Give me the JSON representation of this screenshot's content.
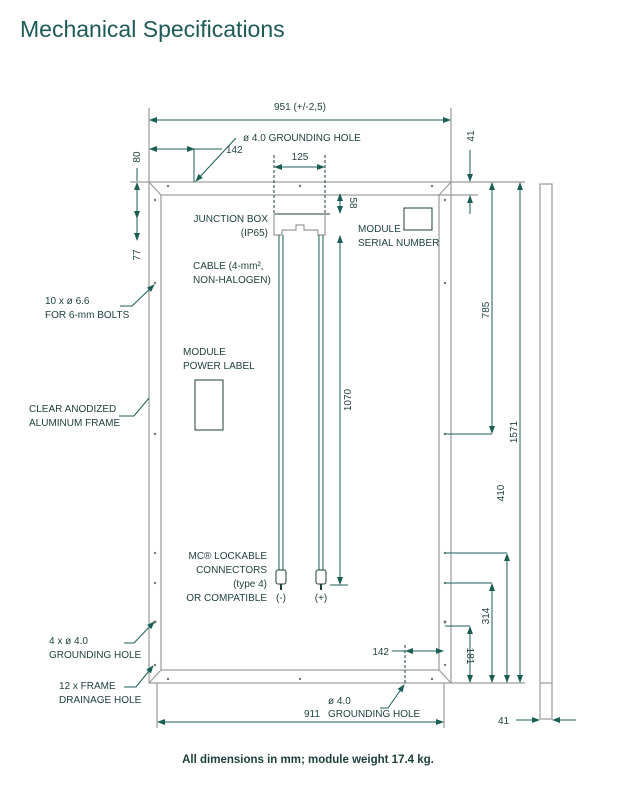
{
  "title": "Mechanical Specifications",
  "dims": {
    "width_total": "951 (+/-2,5)",
    "top_142": "142",
    "top_125": "125",
    "top_58": "58",
    "top_41": "41",
    "left_80": "80",
    "left_77": "77",
    "cable_1070": "1070",
    "right_785": "785",
    "right_1571": "1571",
    "right_410": "410",
    "right_314": "314",
    "right_181": "181",
    "bottom_142": "142",
    "bottom_911": "911",
    "side_41": "41"
  },
  "labels": {
    "grounding_top": "ø 4.0  GROUNDING HOLE",
    "junction_box_1": "JUNCTION BOX",
    "junction_box_2": "(IP65)",
    "serial_1": "MODULE",
    "serial_2": "SERIAL NUMBER",
    "cable_1": "CABLE (4-mm²,",
    "cable_2": "NON-HALOGEN)",
    "bolts_1": "10 x ø 6.6",
    "bolts_2": "FOR 6-mm BOLTS",
    "power_1": "MODULE",
    "power_2": "POWER LABEL",
    "frame_1": "CLEAR ANODIZED",
    "frame_2": "ALUMINUM FRAME",
    "mc_1": "MC® LOCKABLE",
    "mc_2": "CONNECTORS",
    "mc_3": "(type 4)",
    "mc_4": "OR COMPATIBLE",
    "minus": "(-)",
    "plus": "(+)",
    "ground4_1": "4 x ø 4.0",
    "ground4_2": "GROUNDING HOLE",
    "drain_1": "12 x FRAME",
    "drain_2": "DRAINAGE HOLE",
    "ground_bottom_1": "ø 4.0",
    "ground_bottom_2": "GROUNDING HOLE"
  },
  "footer": "All dimensions in mm; module weight 17.4 kg."
}
